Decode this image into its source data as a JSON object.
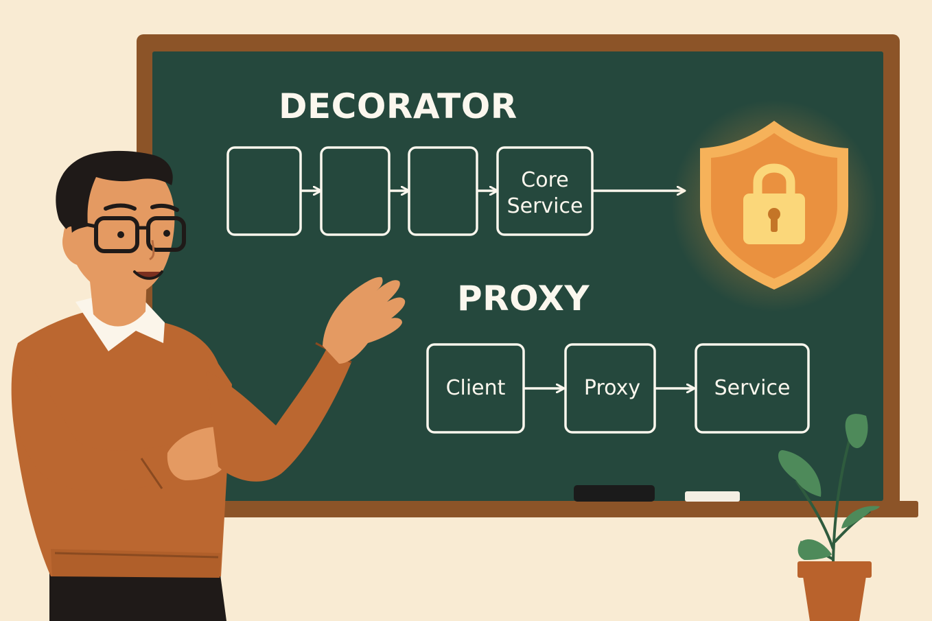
{
  "board": {
    "decorator": {
      "heading": "DECORATOR",
      "core_label_line1": "Core",
      "core_label_line2": "Service"
    },
    "proxy": {
      "heading": "PROXY",
      "client_label": "Client",
      "proxy_label": "Proxy",
      "service_label": "Service"
    }
  },
  "icons": [
    "shield-lock-icon",
    "potted-plant-icon",
    "chalk-icon",
    "eraser-icon"
  ],
  "colors": {
    "background": "#f9ebd3",
    "board": "#25483d",
    "frame": "#8c5428",
    "chalk": "#fbf7ee",
    "shield": "#ec9a48",
    "sweater": "#bb6730"
  }
}
